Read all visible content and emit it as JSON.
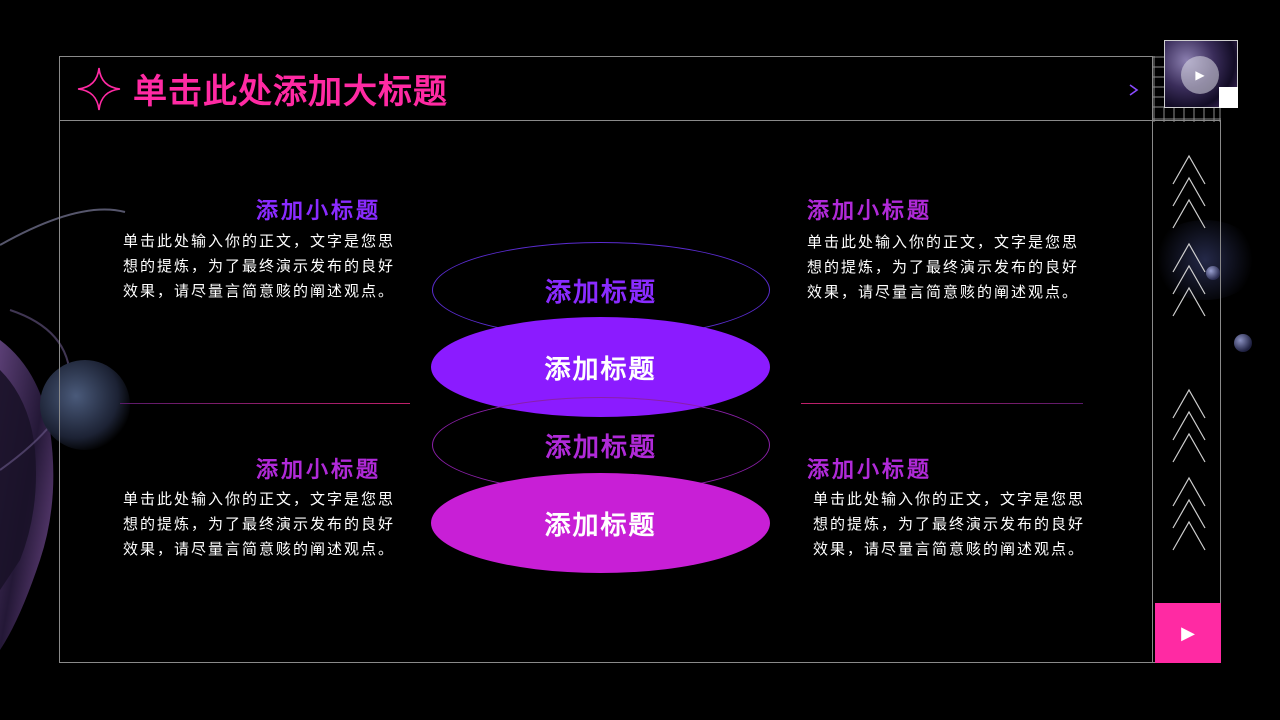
{
  "header": {
    "title": "单击此处添加大标题"
  },
  "colors": {
    "accent_pink": "#ff2aa3",
    "accent_purple": "#8b1bff",
    "accent_magenta": "#c81fd6",
    "subtitle_purple": "#8a2bff",
    "subtitle_magenta": "#b02ad8"
  },
  "icons": {
    "star": "four-point-star-icon",
    "thumb_play": "play-icon",
    "side_button": "play-triangle-icon",
    "chevrons": "chevron-up-icon"
  },
  "sections": {
    "top_left": {
      "subtitle": "添加小标题",
      "text": "单击此处输入你的正文，文字是您思想的提炼，为了最终演示发布的良好效果，请尽量言简意赅的阐述观点。"
    },
    "top_right": {
      "subtitle": "添加小标题",
      "text": "单击此处输入你的正文，文字是您思想的提炼，为了最终演示发布的良好效果，请尽量言简意赅的阐述观点。"
    },
    "bottom_left": {
      "subtitle": "添加小标题",
      "text": "单击此处输入你的正文，文字是您思想的提炼，为了最终演示发布的良好效果，请尽量言简意赅的阐述观点。"
    },
    "bottom_right": {
      "subtitle": "添加小标题",
      "text": "单击此处输入你的正文，文字是您思想的提炼，为了最终演示发布的良好效果，请尽量言简意赅的阐述观点。"
    }
  },
  "center": {
    "outline_top_label": "添加标题",
    "fill_top_label": "添加标题",
    "outline_bottom_label": "添加标题",
    "fill_bottom_label": "添加标题"
  },
  "thumb": {
    "play_glyph": "▶"
  },
  "side_button": {
    "glyph": "▶"
  }
}
